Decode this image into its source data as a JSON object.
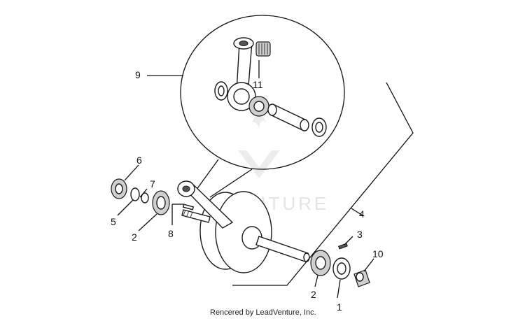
{
  "diagram": {
    "callouts": [
      {
        "id": "1",
        "label": "1"
      },
      {
        "id": "2a",
        "label": "2"
      },
      {
        "id": "2b",
        "label": "2"
      },
      {
        "id": "3",
        "label": "3"
      },
      {
        "id": "4",
        "label": "4"
      },
      {
        "id": "5",
        "label": "5"
      },
      {
        "id": "6",
        "label": "6"
      },
      {
        "id": "7",
        "label": "7"
      },
      {
        "id": "8",
        "label": "8"
      },
      {
        "id": "9",
        "label": "9"
      },
      {
        "id": "10",
        "label": "10"
      },
      {
        "id": "11",
        "label": "11"
      }
    ],
    "watermark": "VENTURE",
    "credit": "Rencered by LeadVenture, Inc."
  }
}
